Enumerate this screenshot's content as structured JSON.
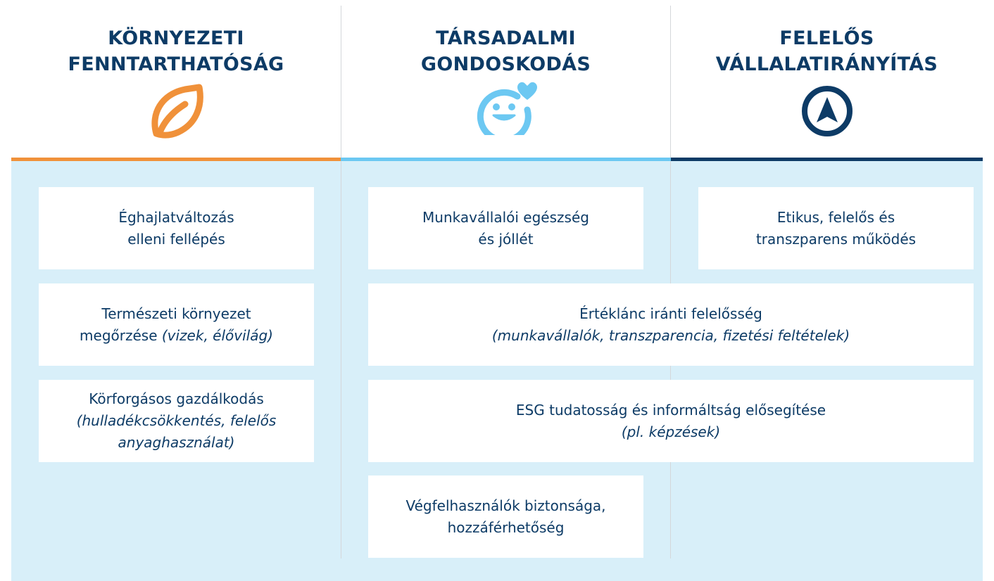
{
  "columns": [
    {
      "title_line1": "KÖRNYEZETI",
      "title_line2": "FENNTARTHATÓSÁG",
      "icon": "leaf-icon",
      "accent": "#f0913a"
    },
    {
      "title_line1": "TÁRSADALMI",
      "title_line2": "GONDOSKODÁS",
      "icon": "smiley-heart-icon",
      "accent": "#6cc8f2"
    },
    {
      "title_line1": "FELELŐS",
      "title_line2": "VÁLLALATIRÁNYÍTÁS",
      "icon": "compass-icon",
      "accent": "#0d3b66"
    }
  ],
  "boxes": {
    "climate": {
      "line1": "Éghajlatváltozás",
      "line2": "elleni fellépés"
    },
    "nature": {
      "line1": "Természeti környezet",
      "line2a": "megőrzése ",
      "line2b": "(vizek, élővilág)"
    },
    "circular": {
      "line1": "Körforgásos gazdálkodás",
      "line2": "(hulladékcsökkentés, felelős",
      "line3": "anyaghasználat)"
    },
    "employee": {
      "line1": "Munkavállalói egészség",
      "line2": "és jóllét"
    },
    "ethics": {
      "line1": "Etikus, felelős és",
      "line2": "transzparens működés"
    },
    "value_chain": {
      "line1": "Értéklánc iránti felelősség",
      "line2": "(munkavállalók, transzparencia, fizetési feltételek)"
    },
    "esg": {
      "line1": "ESG tudatosság és informáltság elősegítése",
      "line2": "(pl. képzések)"
    },
    "end_users": {
      "line1": "Végfelhasználók biztonsága,",
      "line2": "hozzáférhetőség"
    }
  },
  "colors": {
    "title": "#0d3b66",
    "panel": "#d8eff9",
    "box": "#ffffff",
    "divider": "#d4d7da"
  }
}
